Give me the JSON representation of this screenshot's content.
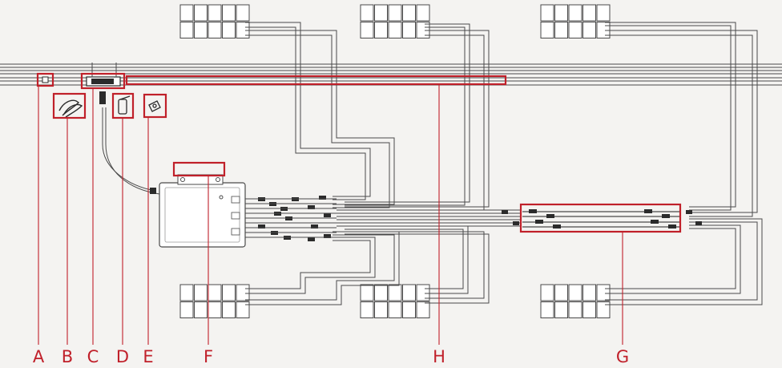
{
  "callouts": {
    "A": "A",
    "B": "B",
    "C": "C",
    "D": "D",
    "E": "E",
    "F": "F",
    "G": "G",
    "H": "H"
  },
  "colors": {
    "highlight": "#c0202a",
    "line": "#4a4a4a",
    "panel_fill": "#ffffff",
    "background": "#f4f3f1"
  },
  "components": {
    "solar_panels": 6,
    "panel_grid": "5x2"
  }
}
